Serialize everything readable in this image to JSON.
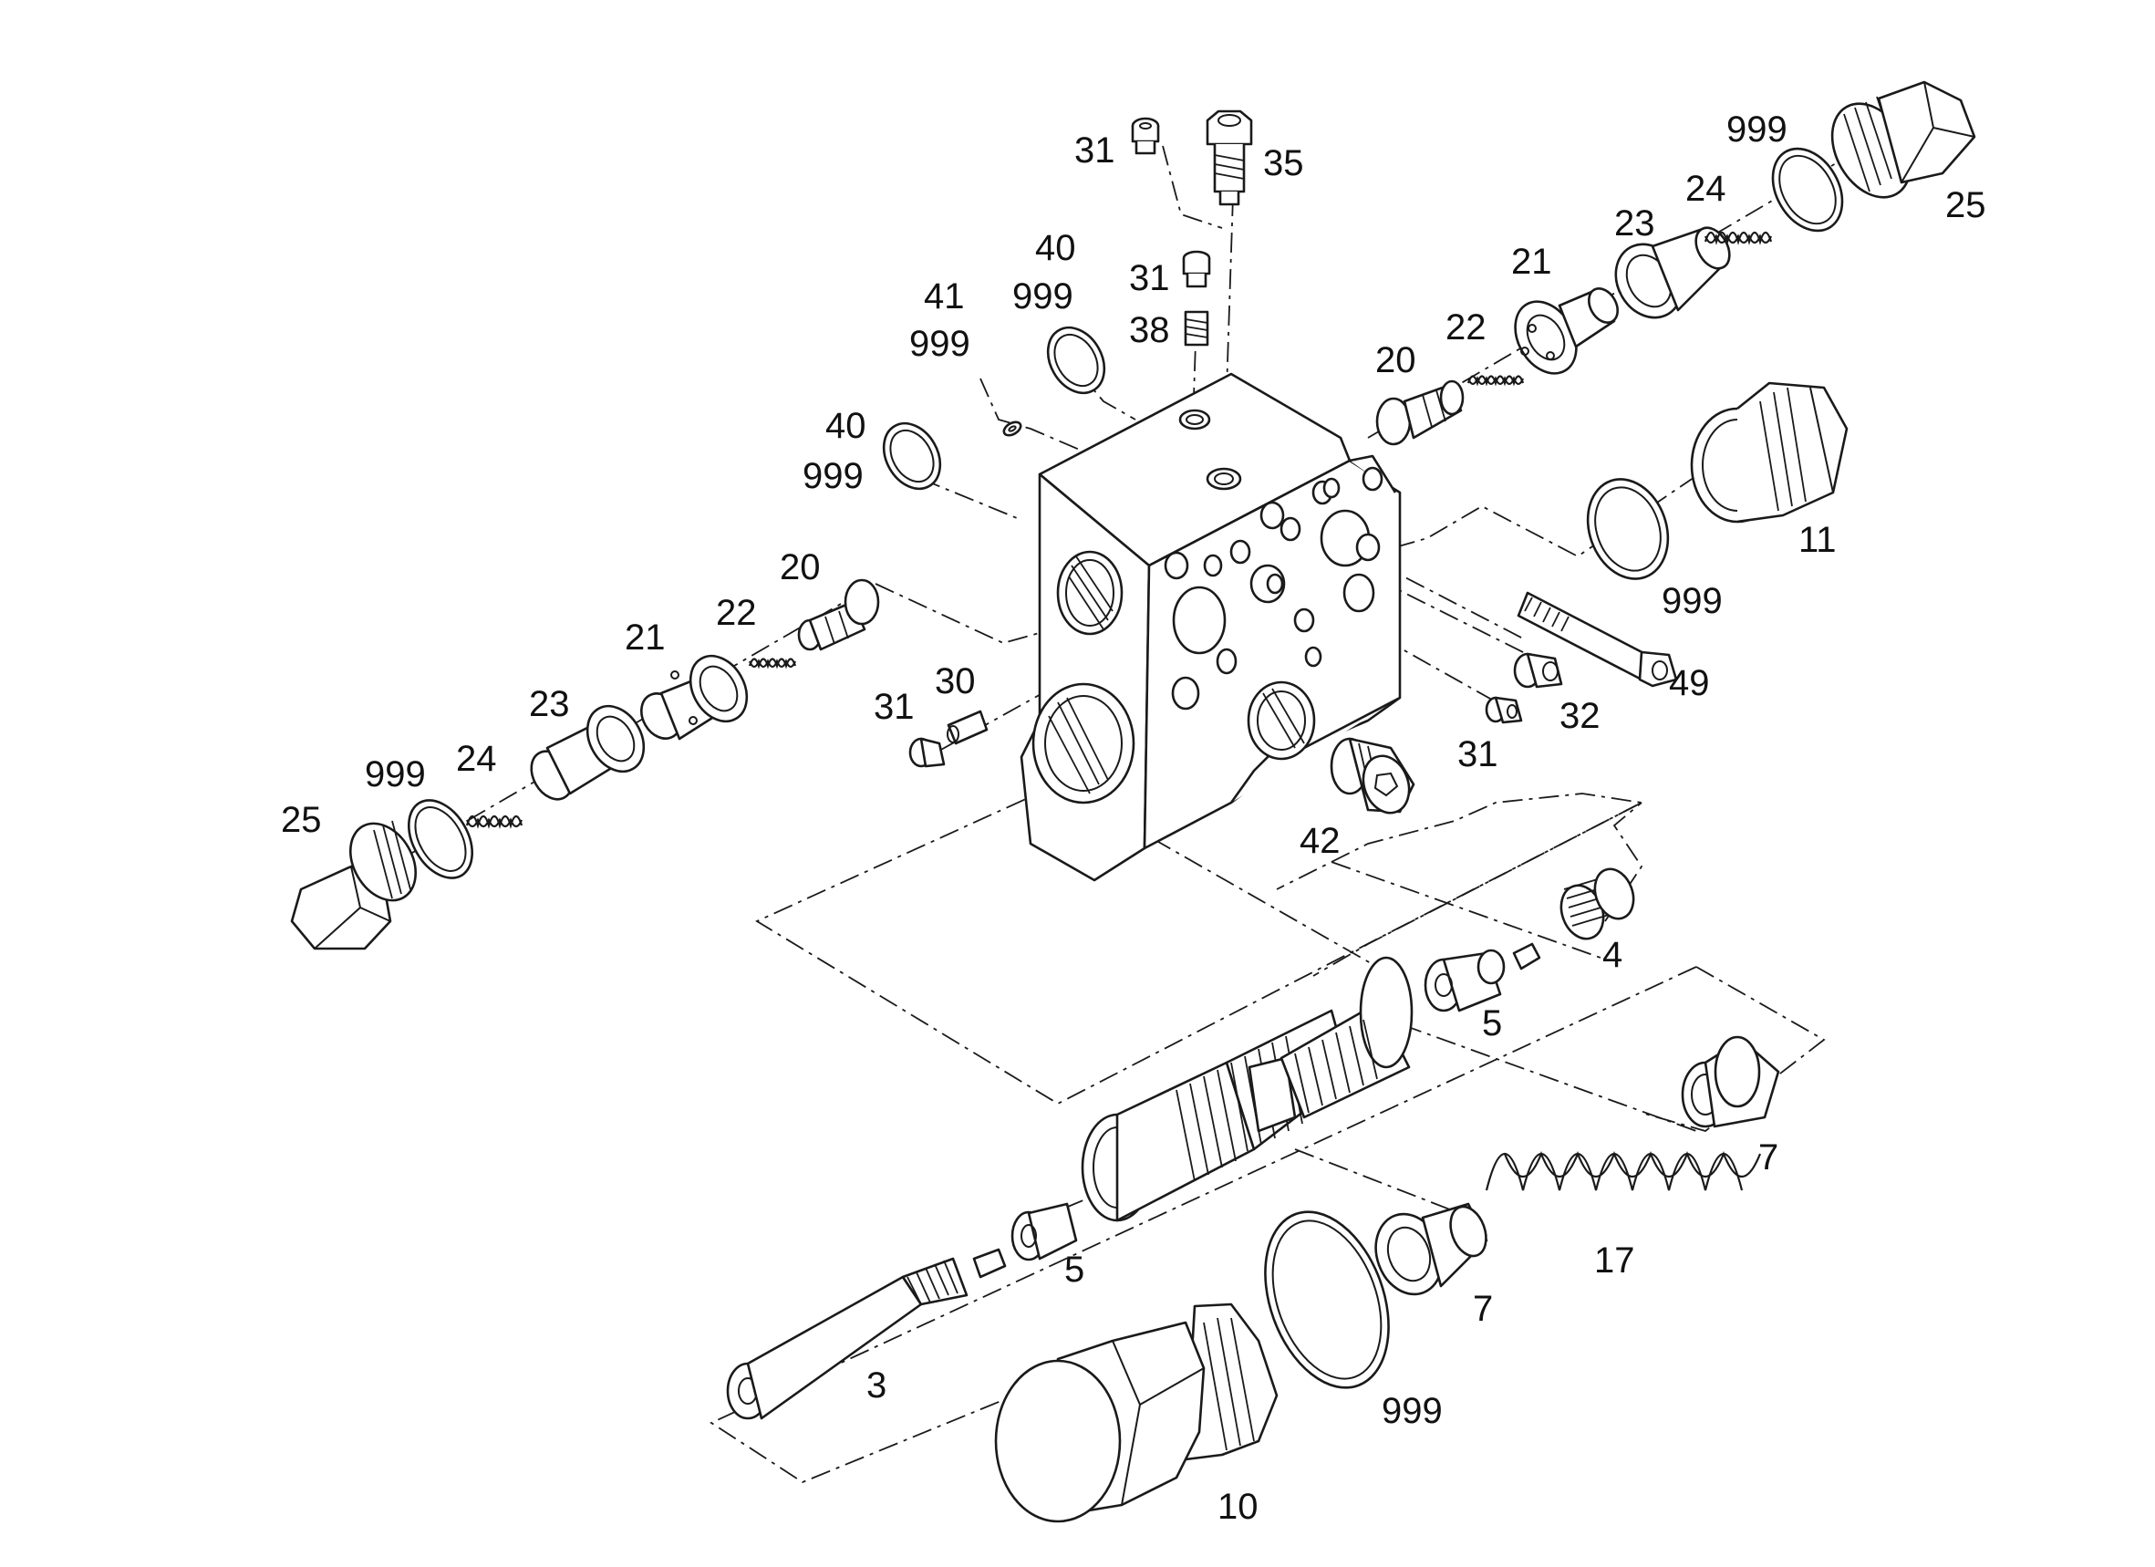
{
  "diagram": {
    "callouts": [
      {
        "id": "c31a",
        "text": "31"
      },
      {
        "id": "c35",
        "text": "35"
      },
      {
        "id": "c999a",
        "text": "999"
      },
      {
        "id": "c25a",
        "text": "25"
      },
      {
        "id": "c24a",
        "text": "24"
      },
      {
        "id": "c23a",
        "text": "23"
      },
      {
        "id": "c21a",
        "text": "21"
      },
      {
        "id": "c40a",
        "text": "40"
      },
      {
        "id": "c999b",
        "text": "999"
      },
      {
        "id": "c31b",
        "text": "31"
      },
      {
        "id": "c41",
        "text": "41"
      },
      {
        "id": "c999c",
        "text": "999"
      },
      {
        "id": "c38",
        "text": "38"
      },
      {
        "id": "c22a",
        "text": "22"
      },
      {
        "id": "c20a",
        "text": "20"
      },
      {
        "id": "c40b",
        "text": "40"
      },
      {
        "id": "c999d",
        "text": "999"
      },
      {
        "id": "c11",
        "text": "11"
      },
      {
        "id": "c999e",
        "text": "999"
      },
      {
        "id": "c20b",
        "text": "20"
      },
      {
        "id": "c21b",
        "text": "21"
      },
      {
        "id": "c22b",
        "text": "22"
      },
      {
        "id": "c23b",
        "text": "23"
      },
      {
        "id": "c30",
        "text": "30"
      },
      {
        "id": "c31c",
        "text": "31"
      },
      {
        "id": "c49",
        "text": "49"
      },
      {
        "id": "c32",
        "text": "32"
      },
      {
        "id": "c31d",
        "text": "31"
      },
      {
        "id": "c999f",
        "text": "999"
      },
      {
        "id": "c24b",
        "text": "24"
      },
      {
        "id": "c25b",
        "text": "25"
      },
      {
        "id": "c42",
        "text": "42"
      },
      {
        "id": "c4",
        "text": "4"
      },
      {
        "id": "c5a",
        "text": "5"
      },
      {
        "id": "c7a",
        "text": "7"
      },
      {
        "id": "c17",
        "text": "17"
      },
      {
        "id": "c5b",
        "text": "5"
      },
      {
        "id": "c7b",
        "text": "7"
      },
      {
        "id": "c3",
        "text": "3"
      },
      {
        "id": "c999g",
        "text": "999"
      },
      {
        "id": "c10",
        "text": "10"
      }
    ]
  }
}
